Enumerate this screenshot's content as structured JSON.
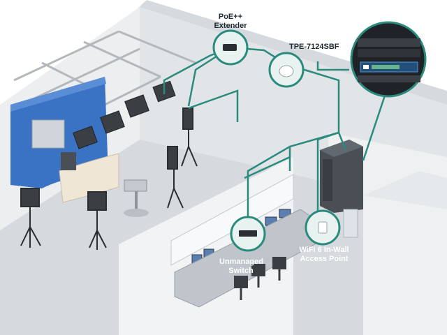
{
  "labels": {
    "poe_extender": "PoE++\nExtender",
    "tpe_7124sbf": "TPE-7124SBF",
    "unmanaged_switch": "Unmanaged\nSwitch",
    "wifi_ap": "WiFi 6 In-Wall\nAccess Point"
  },
  "icons": {
    "poe_extender": "poe-extender-icon",
    "ceiling_ap": "ceiling-access-point-icon",
    "switch_closeup": "rack-switch-closeup-icon",
    "unmanaged_switch": "unmanaged-switch-icon",
    "wall_ap": "in-wall-access-point-icon",
    "server_rack": "server-rack-icon"
  },
  "colors": {
    "cable": "#2a8a7c",
    "bubble_fill": "#e8f3f1",
    "bubble_border": "#2a8a7c",
    "wall": "#e6e9ec",
    "floor": "#d4d8dc",
    "backdrop": "#3a72c4",
    "text_dark": "#1f2a30",
    "text_light": "#ffffff"
  }
}
